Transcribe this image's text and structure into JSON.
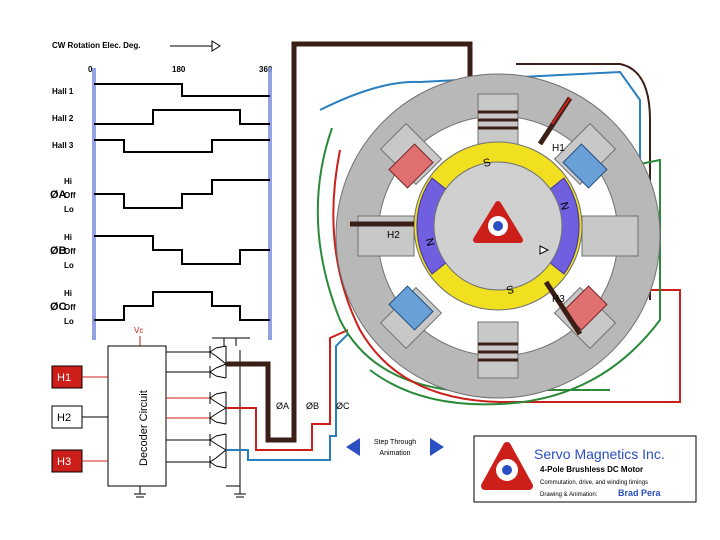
{
  "timing": {
    "header": "CW Rotation Elec. Deg.",
    "deg_0": "0",
    "deg_180": "180",
    "deg_360": "360",
    "hall1": "Hall 1",
    "hall2": "Hall 2",
    "hall3": "Hall 3",
    "phase_a": "ØA",
    "phase_b": "ØB",
    "phase_c": "ØC",
    "hi": "Hi",
    "off": "Off",
    "lo": "Lo"
  },
  "circuit": {
    "vc": "Vc",
    "decoder": "Decoder Circuit",
    "h1": "H1",
    "h2": "H2",
    "h3": "H3",
    "out_a": "ØA",
    "out_b": "ØB",
    "out_c": "ØC"
  },
  "motor": {
    "sensor_h1": "H1",
    "sensor_h2": "H2",
    "sensor_h3": "H3",
    "pole_s1": "S",
    "pole_n1": "N",
    "pole_s2": "S",
    "pole_n2": "N"
  },
  "nav": {
    "step_label": "Step Through Animation"
  },
  "logo": {
    "company": "Servo Magnetics Inc.",
    "product": "4-Pole Brushless DC Motor",
    "desc": "Commutation, drive, and winding timings",
    "credit_prefix": "Drawing & Animation:",
    "credit_name": "Brad Pera"
  },
  "colors": {
    "phase_a": "#3b1f17",
    "phase_b": "#cc1f1a",
    "phase_c": "#2a8a3a",
    "blue_wire": "#2a7fc0",
    "h_active": "#cc1f1a",
    "marker": "#8090e0",
    "magnet_yellow": "#f0e020",
    "magnet_purple": "#7060e0"
  }
}
